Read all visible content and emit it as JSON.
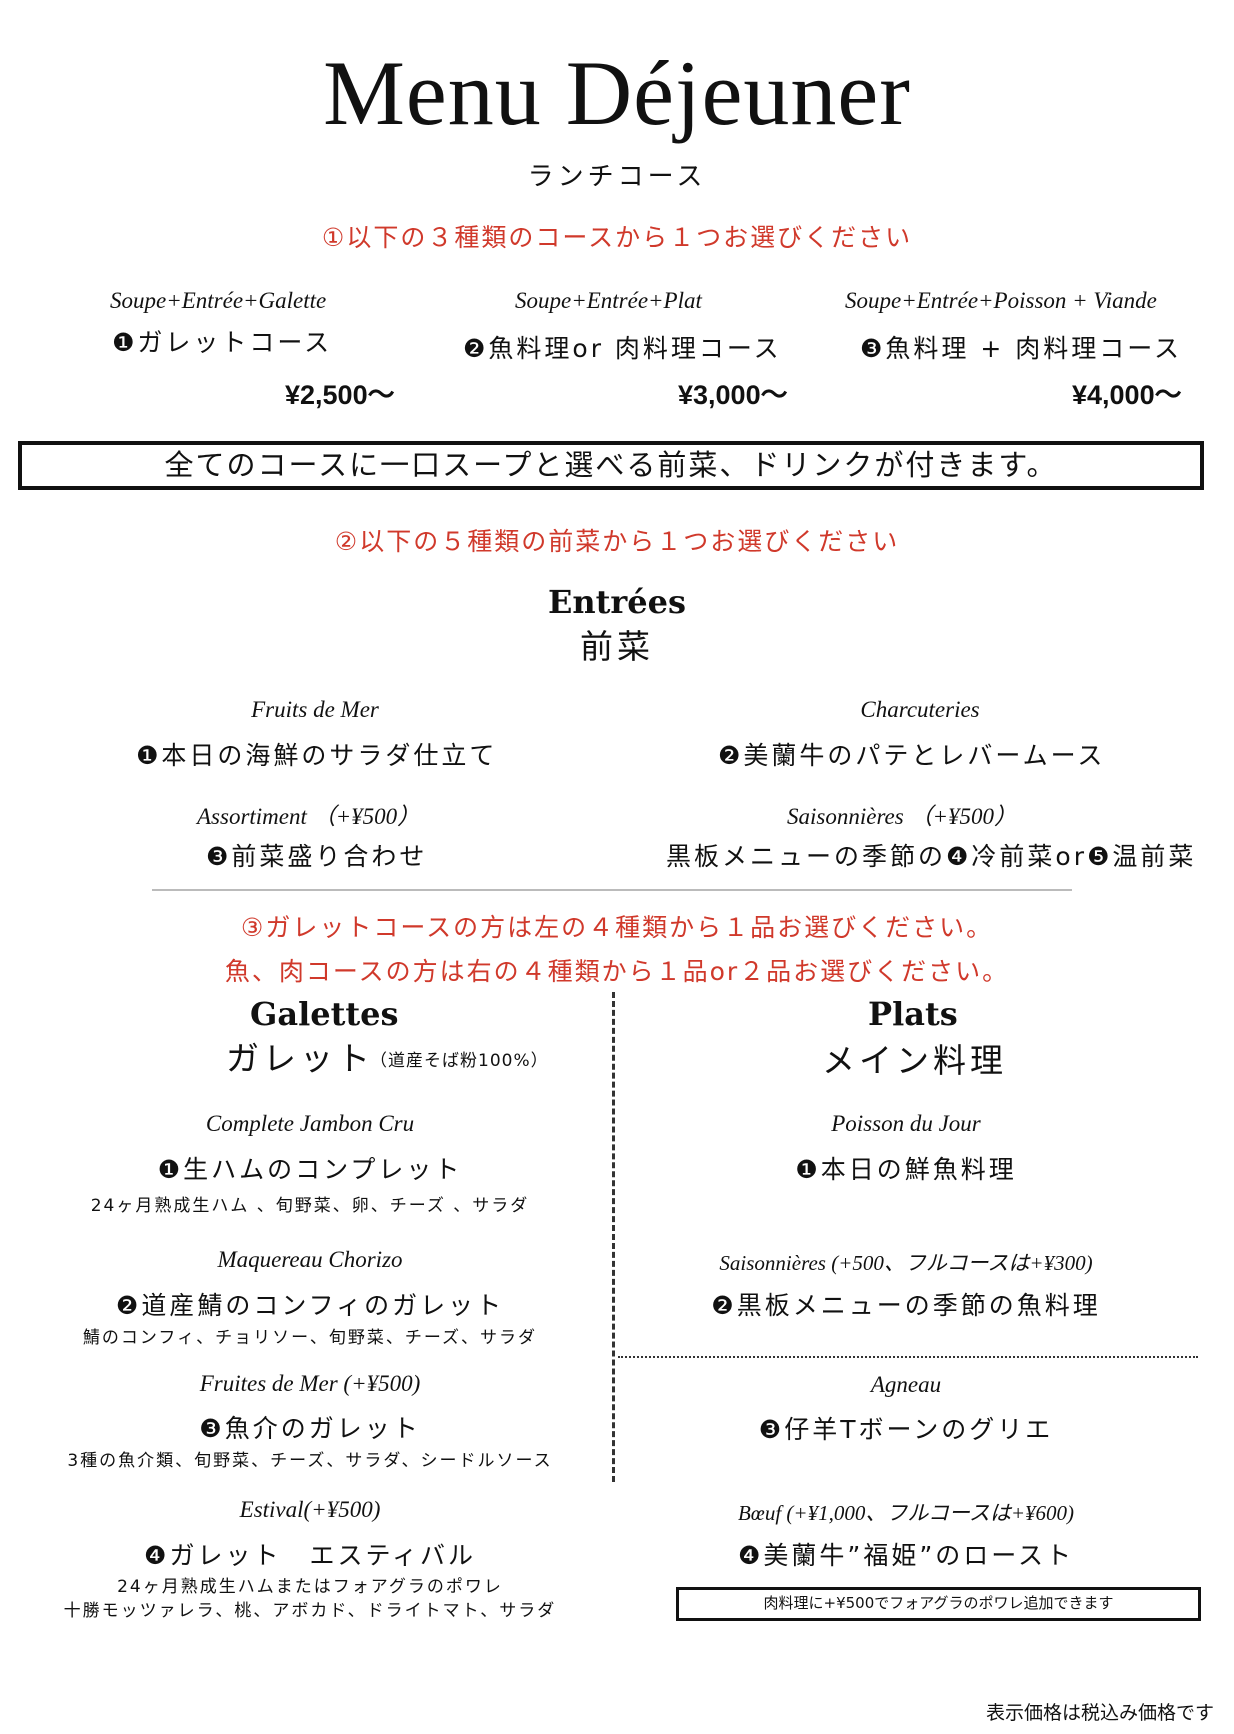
{
  "header": {
    "title": "Menu Déjeuner",
    "subtitle": "ランチコース"
  },
  "step1": {
    "instruction": "①以下の３種類のコースから１つお選びください",
    "courses": [
      {
        "latin": "Soupe+Entrée+Galette",
        "name": "❶ガレットコース",
        "price": "¥2,500〜"
      },
      {
        "latin": "Soupe+Entrée+Plat",
        "name": "❷魚料理or 肉料理コース",
        "price": "¥3,000〜"
      },
      {
        "latin": "Soupe+Entrée+Poisson + Viande",
        "name": "❸魚料理 + 肉料理コース",
        "price": "¥4,000〜"
      }
    ]
  },
  "notice": "全てのコースに一口スープと選べる前菜、ドリンクが付きます。",
  "step2": {
    "instruction": "②以下の５種類の前菜から１つお選びください",
    "heading": "Entrées",
    "heading_jp": "前菜",
    "items": [
      {
        "latin": "Fruits de Mer",
        "name": "❶本日の海鮮のサラダ仕立て"
      },
      {
        "latin": "Charcuteries",
        "name": "❷美蘭牛のパテとレバームース"
      },
      {
        "latin": "Assortiment （+¥500）",
        "name": "❸前菜盛り合わせ"
      },
      {
        "latin": "Saisonnières （+¥500）",
        "name": "黒板メニューの季節の❹冷前菜or❺温前菜"
      }
    ]
  },
  "step3": {
    "instruction_1": "③ガレットコースの方は左の４種類から１品お選びください。",
    "instruction_2": "魚、肉コースの方は右の４種類から１品or２品お選びください。"
  },
  "galettes": {
    "heading": "Galettes",
    "heading_jp": "ガレット",
    "heading_note": "（道産そば粉100%）",
    "items": [
      {
        "latin": "Complete Jambon Cru",
        "name": "❶生ハムのコンプレット",
        "desc": "24ヶ月熟成生ハム 、旬野菜、卵、チーズ 、サラダ"
      },
      {
        "latin": "Maquereau Chorizo",
        "name": "❷道産鯖のコンフィのガレット",
        "desc": "鯖のコンフィ、チョリソー、旬野菜、チーズ、サラダ"
      },
      {
        "latin": "Fruites de Mer (+¥500)",
        "name": "❸魚介のガレット",
        "desc": "3種の魚介類、旬野菜、チーズ、サラダ、シードルソース"
      },
      {
        "latin": "Estival(+¥500)",
        "name": "❹ガレット　エスティバル",
        "desc": "24ヶ月熟成生ハムまたはフォアグラのポワレ",
        "desc2": "十勝モッツァレラ、桃、アボカド、ドライトマト、サラダ"
      }
    ]
  },
  "plats": {
    "heading": "Plats",
    "heading_jp": "メイン料理",
    "items": [
      {
        "latin": "Poisson du Jour",
        "name": "❶本日の鮮魚料理"
      },
      {
        "latin": "Saisonnières (+500、フルコースは+¥300)",
        "name": "❷黒板メニューの季節の魚料理"
      },
      {
        "latin": "Agneau",
        "name": "❸仔羊Tボーンのグリエ"
      },
      {
        "latin": "Bœuf (+¥1,000、フルコースは+¥600)",
        "name": "❹美蘭牛”福姫”のロースト"
      }
    ],
    "note": "肉料理に+¥500でフォアグラのポワレ追加できます"
  },
  "footer": "表示価格は税込み価格です"
}
